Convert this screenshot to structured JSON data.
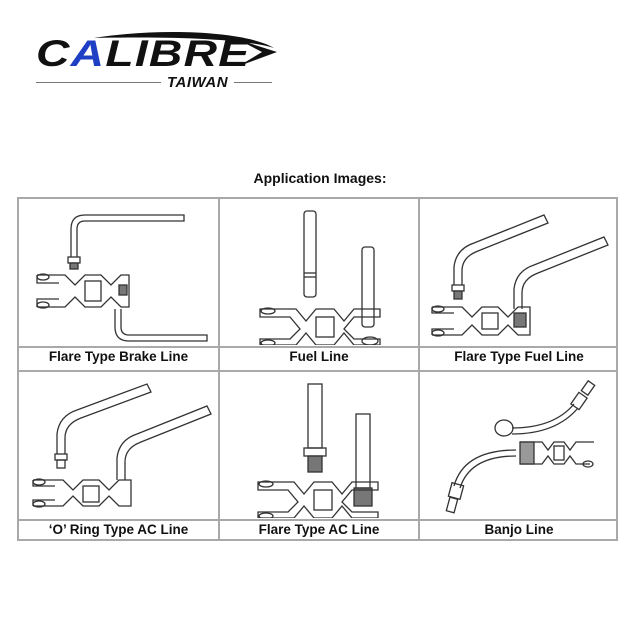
{
  "brand": {
    "name_prefix": "C",
    "name_accent": "A",
    "name_suffix": "LIBRE",
    "subtitle": "TAIWAN",
    "accent_color": "#1f3fc4"
  },
  "section_title": "Application Images:",
  "applications": [
    {
      "label": "Flare Type Brake Line",
      "icon": "flare-brake-line-illustration"
    },
    {
      "label": "Fuel Line",
      "icon": "fuel-line-illustration"
    },
    {
      "label": "Flare Type Fuel Line",
      "icon": "flare-fuel-line-illustration"
    },
    {
      "label": "‘O’ Ring Type AC Line",
      "icon": "o-ring-ac-line-illustration"
    },
    {
      "label": "Flare Type AC Line",
      "icon": "flare-ac-line-illustration"
    },
    {
      "label": "Banjo Line",
      "icon": "banjo-line-illustration"
    }
  ]
}
